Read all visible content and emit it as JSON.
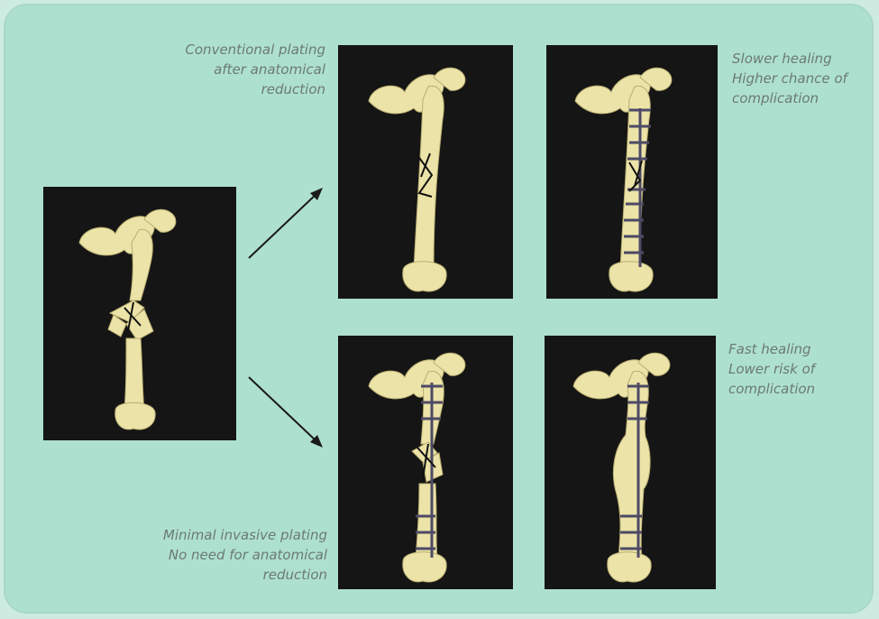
{
  "captions": {
    "conventional": [
      "Conventional plating",
      "after anatomical",
      "reduction"
    ],
    "slower": [
      "Slower healing",
      "Higher chance of",
      "complication"
    ],
    "fast": [
      "Fast healing",
      "Lower risk of",
      "complication"
    ],
    "minimal": [
      "Minimal invasive plating",
      "No need for anatomical",
      "reduction"
    ]
  },
  "panels": {
    "fractured": "fractured-femur",
    "conventional_reduced": "femur-anatomical-reduction",
    "conventional_plated": "femur-conventional-plate",
    "minimal_plated": "femur-minimal-invasive-plate",
    "minimal_healed": "femur-healed-callus"
  },
  "colors": {
    "background": "#aee0cf",
    "panel": "#151515",
    "bone": "#ece3a8",
    "plate": "#4d4a66",
    "text": "#6b7a74"
  }
}
